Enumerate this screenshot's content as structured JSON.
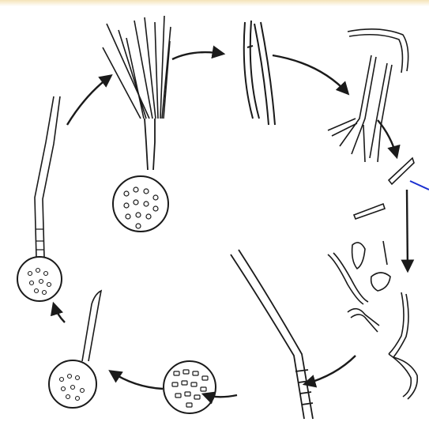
{
  "figure": {
    "subject": "life-cycle-illustration",
    "stages": [
      {
        "id": "fruiting-body"
      },
      {
        "id": "branching-hypha"
      },
      {
        "id": "hyphal-fragments"
      },
      {
        "id": "germinating-spores"
      },
      {
        "id": "elongate-filament"
      },
      {
        "id": "spherical-cyst"
      },
      {
        "id": "cyst-with-tube"
      },
      {
        "id": "cyst-with-long-tube"
      }
    ],
    "pointer_color": "#1a2fd0",
    "ink_color": "#1a1a1a",
    "paper_color": "#ffffff"
  }
}
